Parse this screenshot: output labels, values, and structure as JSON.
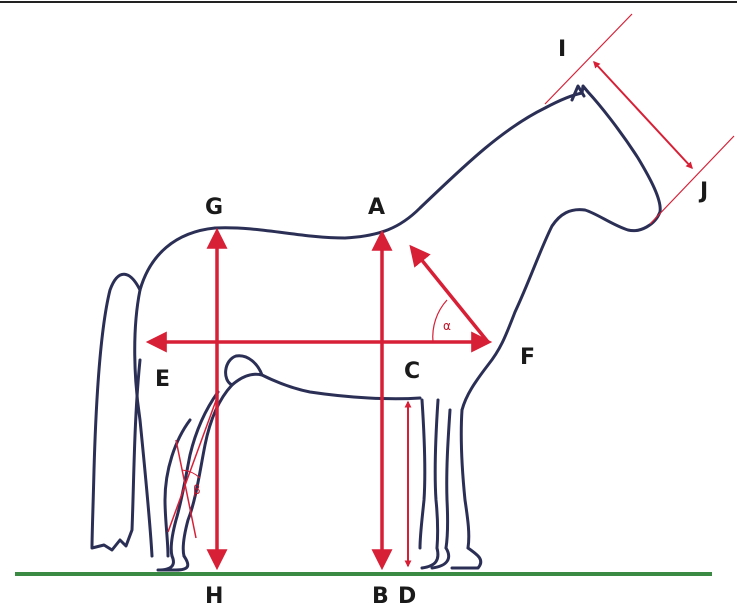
{
  "colors": {
    "outline": "#2b2f55",
    "measure": "#d71f36",
    "ground": "#3a8a43",
    "text": "#1a1a1a"
  },
  "labels": {
    "A": "A",
    "B": "B",
    "C": "C",
    "D": "D",
    "E": "E",
    "F": "F",
    "G": "G",
    "H": "H",
    "I": "I",
    "J": "J"
  },
  "angle_marks": {
    "shoulder": "α",
    "hock": "β"
  }
}
